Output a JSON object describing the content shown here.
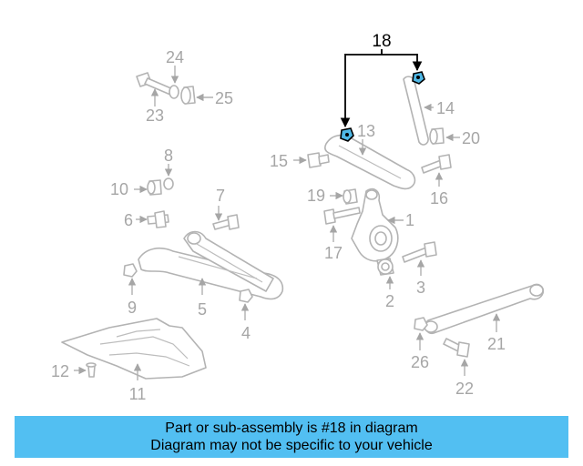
{
  "diagram": {
    "callouts": {
      "c1": "1",
      "c2": "2",
      "c3": "3",
      "c4": "4",
      "c5": "5",
      "c6": "6",
      "c7": "7",
      "c8": "8",
      "c9": "9",
      "c10": "10",
      "c11": "11",
      "c12": "12",
      "c13": "13",
      "c14": "14",
      "c15": "15",
      "c16": "16",
      "c17": "17",
      "c18": "18",
      "c19": "19",
      "c20": "20",
      "c21": "21",
      "c22": "22",
      "c23": "23",
      "c24": "24",
      "c25": "25",
      "c26": "26"
    },
    "highlight_color": "#4fb8e6"
  },
  "banner": {
    "line1": "Part or sub-assembly is #18 in diagram",
    "line2": "Diagram may not be specific to your vehicle",
    "background": "#52bff2"
  }
}
